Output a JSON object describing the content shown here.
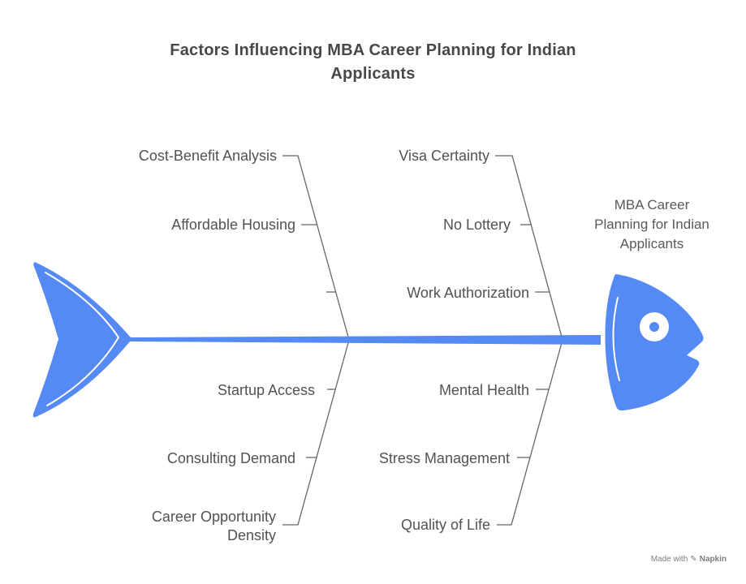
{
  "title": "Factors Influencing MBA Career Planning for Indian Applicants",
  "effect": {
    "label": "MBA Career Planning for Indian Applicants",
    "lines": [
      "MBA Career",
      "Planning for Indian",
      "Applicants"
    ]
  },
  "branches": {
    "top_left": {
      "items": [
        "Cost-Benefit Analysis",
        "Affordable Housing"
      ]
    },
    "top_right": {
      "items": [
        "Visa Certainty",
        "No Lottery",
        "Work Authorization"
      ]
    },
    "bottom_left": {
      "items": [
        "Startup Access",
        "Consulting Demand",
        "Career Opportunity Density"
      ]
    },
    "bottom_right": {
      "items": [
        "Mental Health",
        "Stress Management",
        "Quality of Life"
      ]
    }
  },
  "watermark": {
    "prefix": "Made with",
    "brand": "Napkin",
    "icon": "pencil-icon"
  },
  "colors": {
    "fish_blue": "#5589f3",
    "bone_gray": "#666666",
    "label_gray": "#525254",
    "title_gray": "#48484a",
    "watermark_gray": "#7d7d7d",
    "background": "#ffffff"
  }
}
